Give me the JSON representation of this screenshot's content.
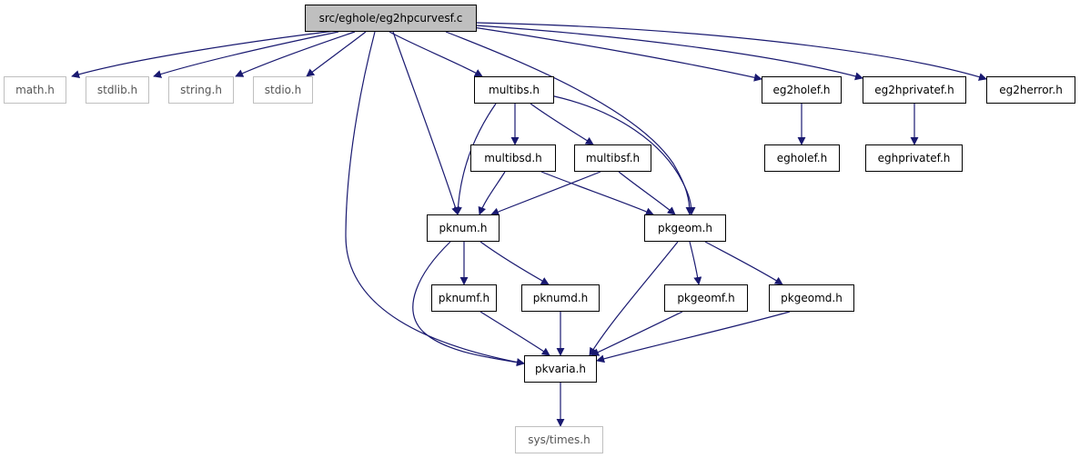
{
  "colors": {
    "edge": "#191970",
    "node_border": "#000000",
    "external_border": "#bfbfbf",
    "root_fill": "#bfbfbf"
  },
  "nodes": {
    "root": "src/eghole/eg2hpcurvesf.c",
    "math": "math.h",
    "stdlib": "stdlib.h",
    "string": "string.h",
    "stdio": "stdio.h",
    "multibs": "multibs.h",
    "eg2holef": "eg2holef.h",
    "eg2hprivatef": "eg2hprivatef.h",
    "eg2herror": "eg2herror.h",
    "multibsd": "multibsd.h",
    "multibsf": "multibsf.h",
    "egholef": "egholef.h",
    "eghprivatef": "eghprivatef.h",
    "pknum": "pknum.h",
    "pkgeom": "pkgeom.h",
    "pknumf": "pknumf.h",
    "pknumd": "pknumd.h",
    "pkgeomf": "pkgeomf.h",
    "pkgeomd": "pkgeomd.h",
    "pkvaria": "pkvaria.h",
    "systimes": "sys/times.h"
  }
}
